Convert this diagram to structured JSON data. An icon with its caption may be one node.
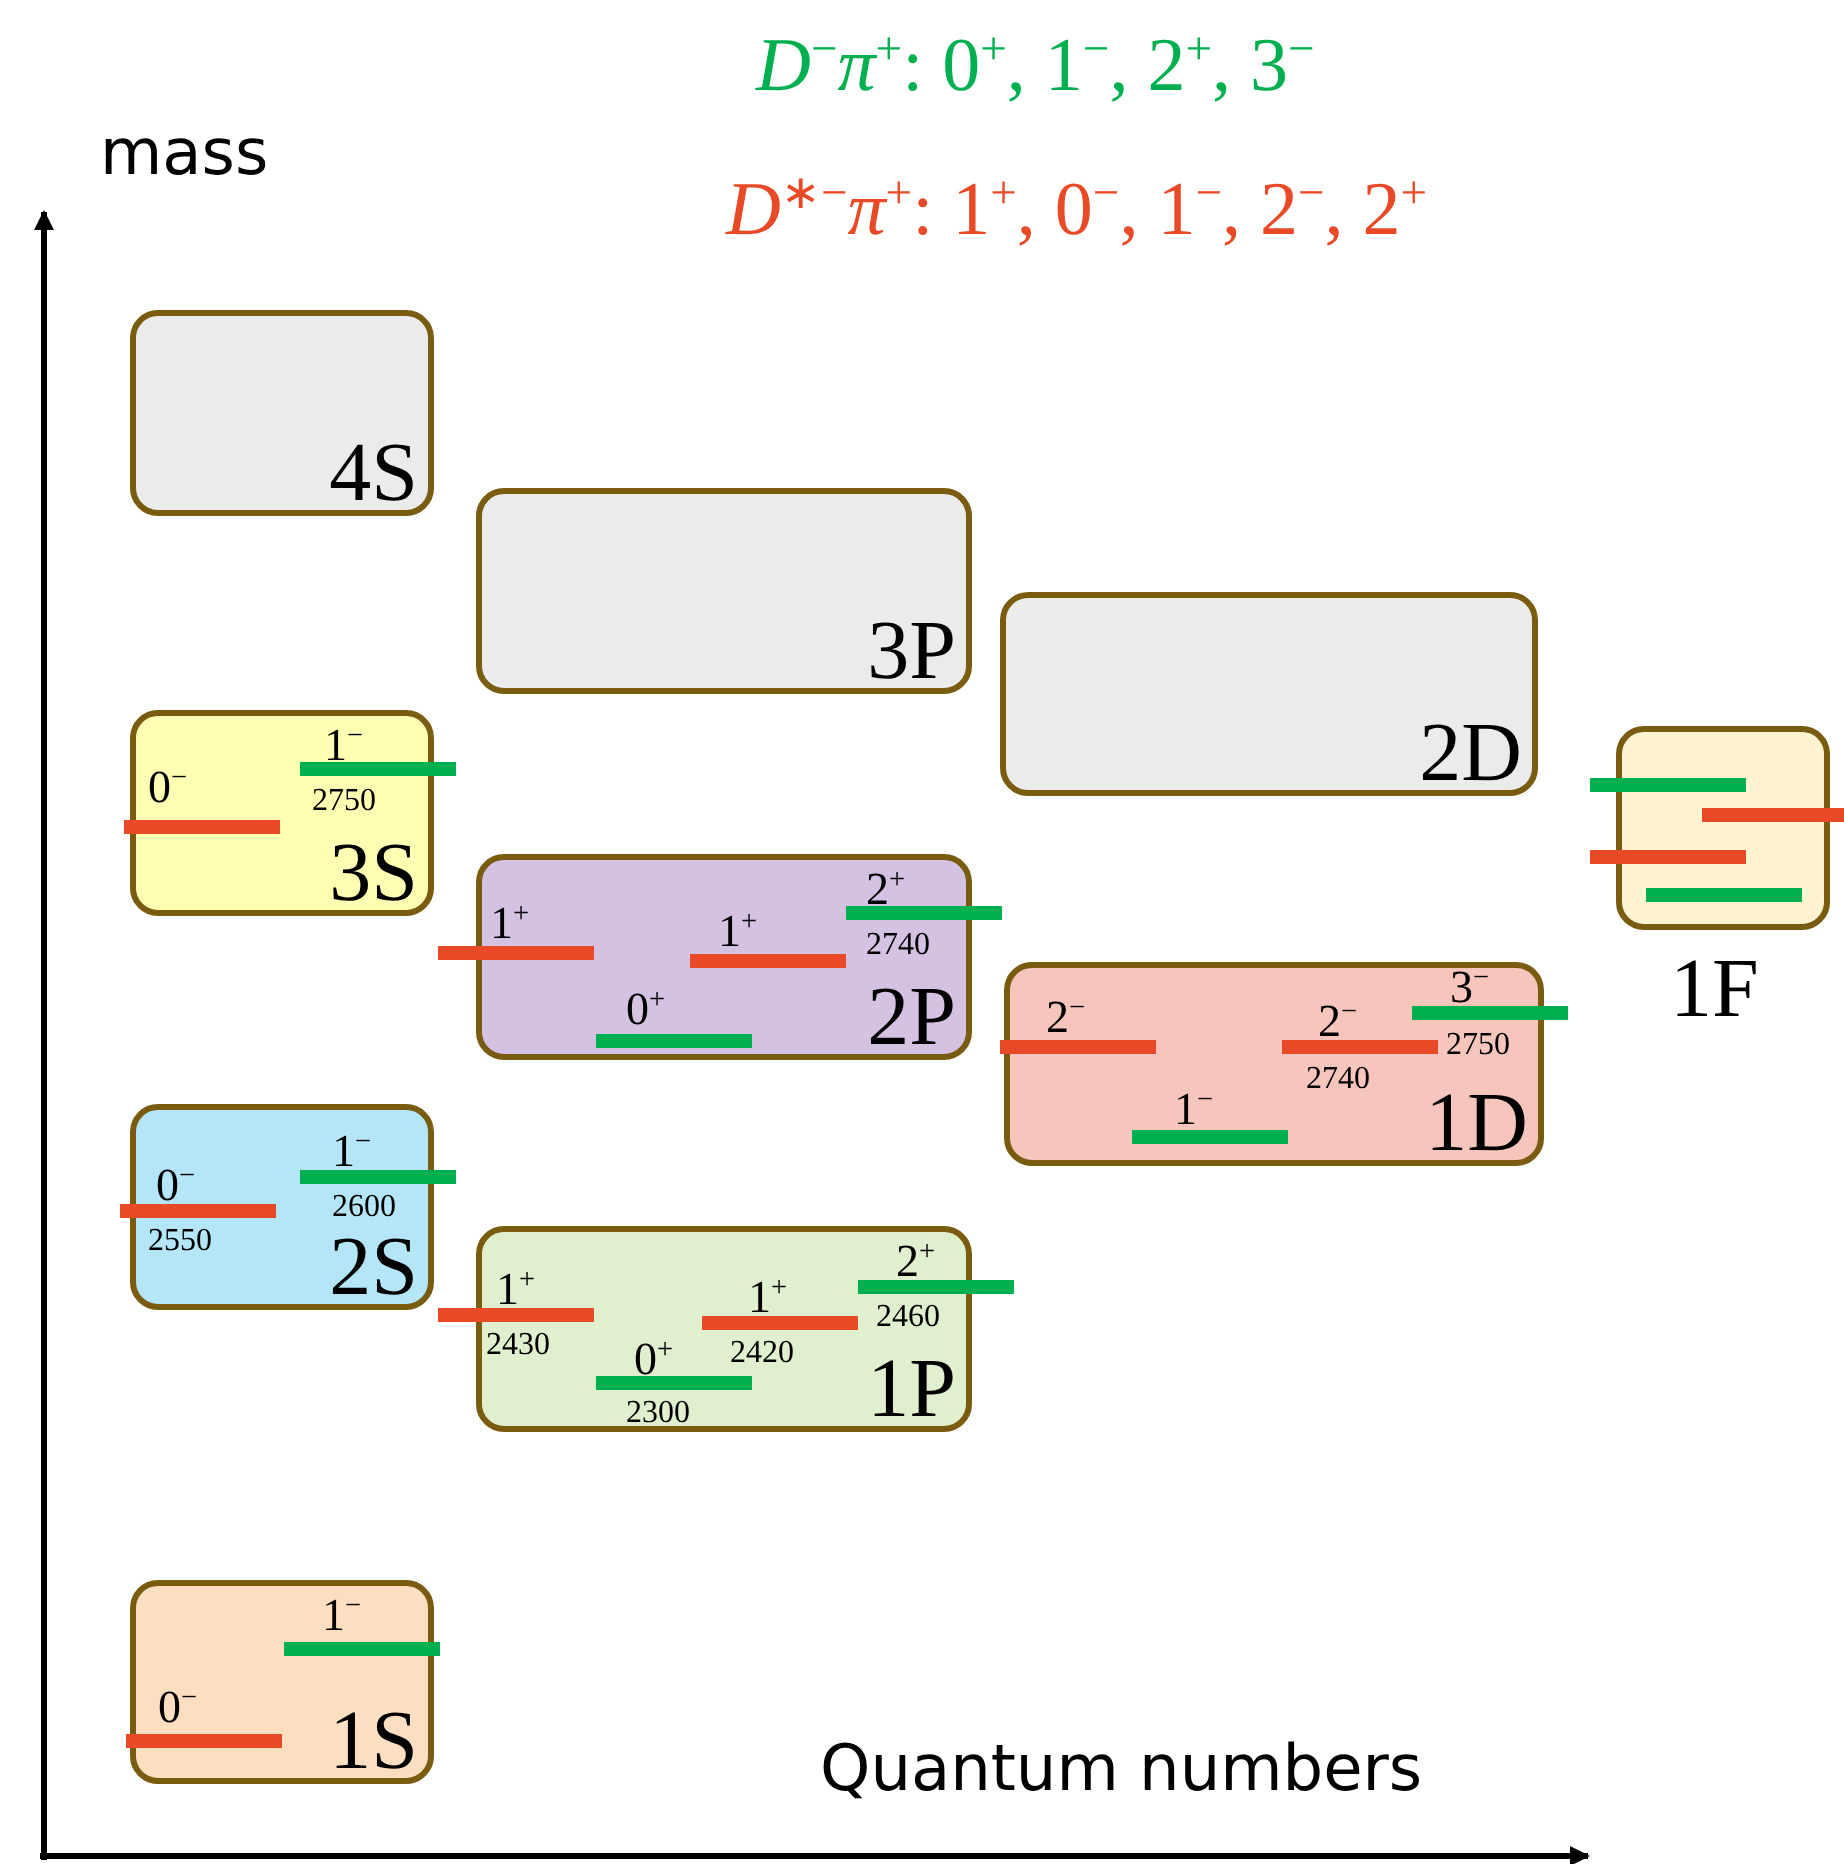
{
  "diagram": {
    "nodes": [
      {
        "text": [
          "4S"
        ]
      },
      {
        "text": [
          "3P"
        ]
      },
      {
        "text": [
          "2D"
        ]
      },
      {
        "text": [
          "1$^{−}$",
          "0$^{−}$",
          "2750",
          "3S"
        ]
      },
      {
        "text": [
          "1F"
        ]
      },
      {
        "text": [
          "2$^{+}$",
          "1$^{+}$",
          "1$^{+}$",
          "2740",
          "0$^{+}$",
          "2P"
        ]
      },
      {
        "text": [
          "3$^{−}$",
          "2$^{−}$",
          "2$^{−}$",
          "2750",
          "2740",
          "1$^{−}$",
          "1D"
        ]
      },
      {
        "text": [
          "1$^{−}$",
          "0$^{−}$",
          "2600",
          "2550",
          "2S"
        ]
      },
      {
        "text": [
          "2$^{+}$",
          "1$^{+}$",
          "1$^{+}$",
          "2460",
          "2430",
          "2420",
          "0$^{+}$",
          "2300",
          "1P"
        ]
      },
      {
        "text": [
          "1$^{−}$",
          "0$^{−}$",
          "1S"
        ]
      }
    ],
    "labels": [
      "mass",
      "Quantum numbers"
    ],
    "legend": [
      {
        "text": "*D*$^{−}$*π*$^{+}$: 0$^{+}$, 1$^{−}$, 2$^{+}$, 3$^{−}$",
        "color": "#00b050"
      },
      {
        "text": "*D*$^{∗−}$*π*$^{+}$: 1$^{+}$, 0$^{−}$, 1$^{−}$, 2$^{−}$, 2$^{+}$",
        "color": "#e84a27"
      }
    ]
  }
}
